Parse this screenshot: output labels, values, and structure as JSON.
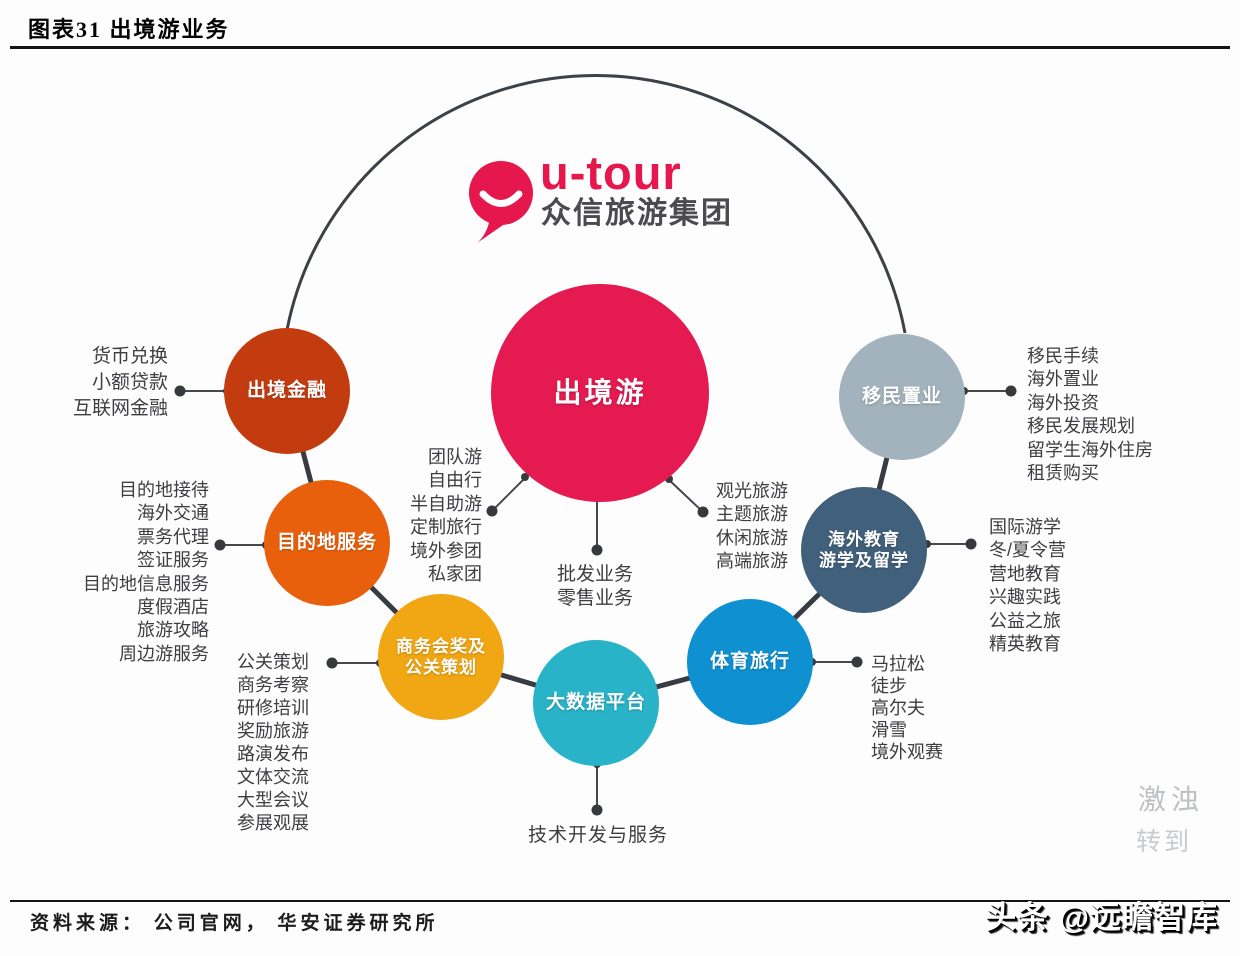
{
  "header": {
    "title": "图表31 出境游业务"
  },
  "logo": {
    "brand": "u-tour",
    "company": "众信旅游集团",
    "brand_color": "#e5174d"
  },
  "diagram": {
    "center": {
      "label": "出境游",
      "color": "#e41a50"
    },
    "center_lists": {
      "left": [
        "团队游",
        "自由行",
        "半自助游",
        "定制旅行",
        "境外参团",
        "私家团"
      ],
      "right": [
        "观光旅游",
        "主题旅游",
        "休闲旅游",
        "高端旅游"
      ],
      "bottom": [
        "批发业务",
        "零售业务"
      ]
    },
    "nodes": {
      "finance": {
        "label": "出境金融",
        "color": "#c23c10",
        "items": [
          "货币兑换",
          "小额贷款",
          "互联网金融"
        ]
      },
      "destination": {
        "label": "目的地服务",
        "color": "#e8600c",
        "items": [
          "目的地接待",
          "海外交通",
          "票务代理",
          "签证服务",
          "目的地信息服务",
          "度假酒店",
          "旅游攻略",
          "周边游服务"
        ]
      },
      "mice": {
        "label": "商务会奖及\n公关策划",
        "color": "#f1a713",
        "items": [
          "公关策划",
          "商务考察",
          "研修培训",
          "奖励旅游",
          "路演发布",
          "文体交流",
          "大型会议",
          "参展观展"
        ]
      },
      "bigdata": {
        "label": "大数据平台",
        "color": "#29b3c8",
        "note": "技术开发与服务"
      },
      "sports": {
        "label": "体育旅行",
        "color": "#0f90d0",
        "items": [
          "马拉松",
          "徒步",
          "高尔夫",
          "滑雪",
          "境外观赛"
        ]
      },
      "education": {
        "label": "海外教育\n游学及留学",
        "color": "#41607b",
        "items": [
          "国际游学",
          "冬/夏令营",
          "营地教育",
          "兴趣实践",
          "公益之旅",
          "精英教育"
        ]
      },
      "immigration": {
        "label": "移民置业",
        "color": "#a3b3bd",
        "items": [
          "移民手续",
          "海外置业",
          "海外投资",
          "移民发展规划",
          "留学生海外住房",
          "租赁购买"
        ]
      }
    },
    "ring_color": "#3c4148"
  },
  "footer": {
    "source": "资料来源： 公司官网， 华安证券研究所"
  },
  "watermarks": {
    "toutiao": "头条 @远瞻智库",
    "faint_line1": "激浊",
    "faint_line2": "转到"
  }
}
